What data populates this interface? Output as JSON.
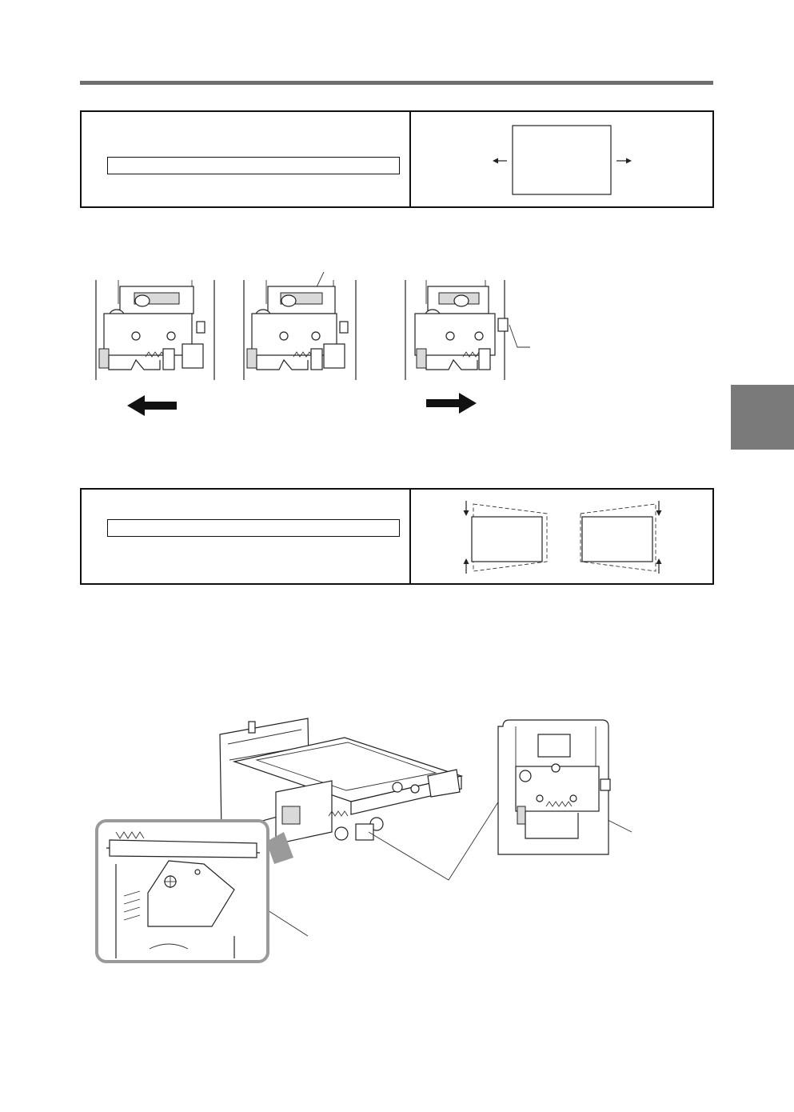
{
  "page": {
    "header_rule_color": "#6e6e6e",
    "side_tab_color": "#7a7a7a"
  },
  "box_horizontal": {
    "text_field_value": "",
    "arrow_left_icon": "arrow-left-icon",
    "arrow_right_icon": "arrow-right-icon"
  },
  "box_keystone": {
    "text_field_value": "",
    "arrow_icons": [
      "arrow-down-icon",
      "arrow-up-icon"
    ]
  },
  "illustrations": {
    "adjustment_sequence": [
      "adjuster-left",
      "adjuster-center",
      "adjuster-right"
    ],
    "push_arrows": [
      "big-arrow-left-icon",
      "big-arrow-right-icon"
    ],
    "bracket_views": [
      "bracket-perspective",
      "bracket-front",
      "detail-inset"
    ]
  }
}
